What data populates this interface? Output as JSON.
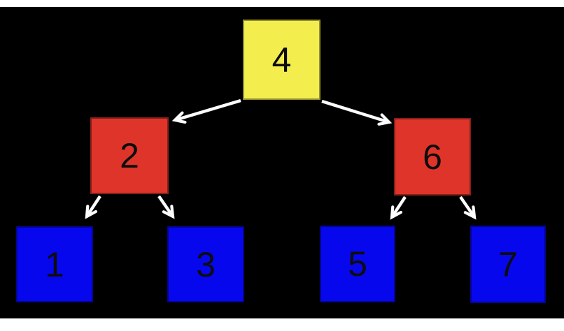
{
  "diagram": {
    "type": "binary-tree",
    "canvas_color": "#000000",
    "margin_color": "#ffffff",
    "arrow_color": "#fdfdfd",
    "label_color": "#0d0d0d",
    "level_colors": {
      "root": "#f3ee4e",
      "internal": "#df342a",
      "leaf": "#0707ee"
    },
    "nodes": [
      {
        "label": "4",
        "level": "root",
        "fill": "#f3ee4e"
      },
      {
        "label": "2",
        "level": "internal",
        "fill": "#df342a"
      },
      {
        "label": "6",
        "level": "internal",
        "fill": "#df342a"
      },
      {
        "label": "1",
        "level": "leaf",
        "fill": "#0707ee"
      },
      {
        "label": "3",
        "level": "leaf",
        "fill": "#0707ee"
      },
      {
        "label": "5",
        "level": "leaf",
        "fill": "#0707ee"
      },
      {
        "label": "7",
        "level": "leaf",
        "fill": "#0707ee"
      }
    ],
    "edges": [
      {
        "from": "4",
        "to": "2"
      },
      {
        "from": "4",
        "to": "6"
      },
      {
        "from": "2",
        "to": "1"
      },
      {
        "from": "2",
        "to": "3"
      },
      {
        "from": "6",
        "to": "5"
      },
      {
        "from": "6",
        "to": "7"
      }
    ]
  }
}
